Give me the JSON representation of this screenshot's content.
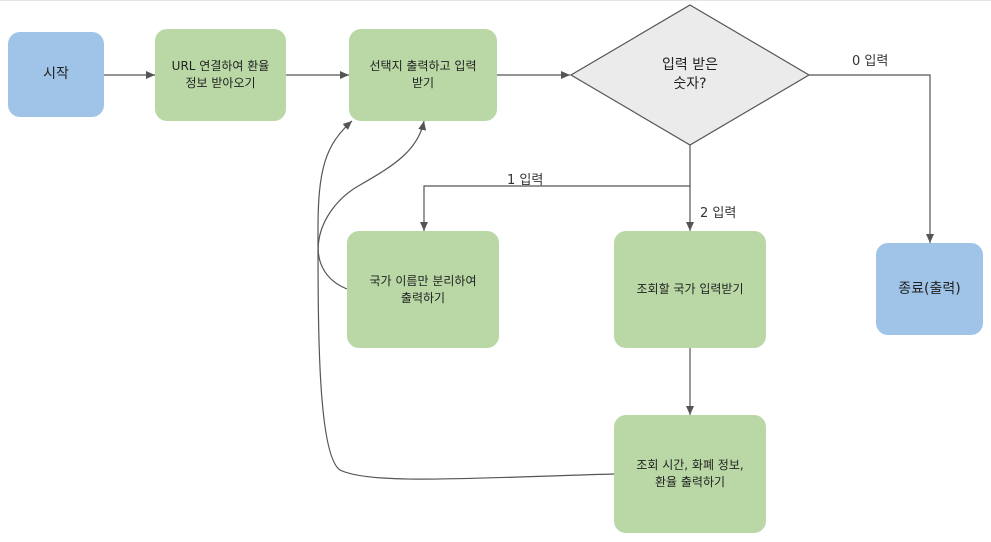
{
  "nodes": {
    "start": "시작",
    "fetch": [
      "URL 연결하여 환율",
      "정보 받아오기"
    ],
    "menu": [
      "선택지 출력하고 입력",
      "받기"
    ],
    "decision": [
      "입력 받은",
      "숫자?"
    ],
    "list_names": [
      "국가 이름만 분리하여",
      "출력하기"
    ],
    "query_country": "조회할 국가 입력받기",
    "show_info": [
      "조회 시간, 화폐 정보,",
      "환율 출력하기"
    ],
    "end": "종료(출력)"
  },
  "edge_labels": {
    "zero": "0 입력",
    "one": "1 입력",
    "two": "2 입력"
  },
  "colors": {
    "process": "#b9d8a6",
    "terminal": "#9fc4e8",
    "decision_fill": "#ebebeb",
    "decision_stroke": "#555555",
    "edge": "#555555"
  }
}
